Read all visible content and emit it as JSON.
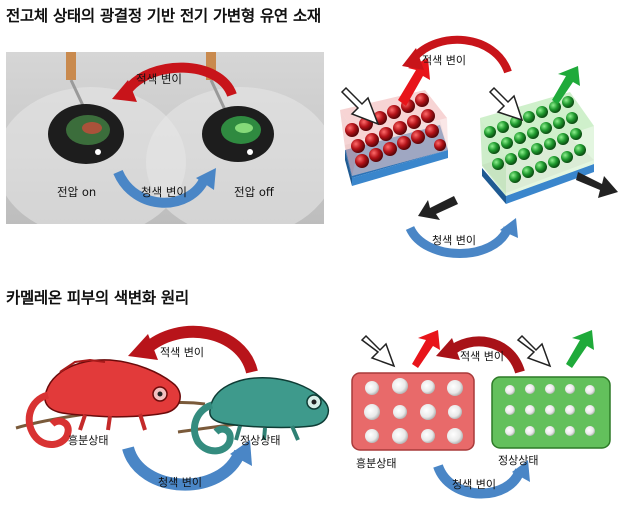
{
  "top": {
    "title": "전고체 상태의 광결정 기반 전기 가변형 유연 소재",
    "photo": {
      "red_shift": "적색 변이",
      "blue_shift": "청색 변이",
      "voltage_on": "전압 on",
      "voltage_off": "전압 off"
    },
    "crystal": {
      "red_shift": "적색 변이",
      "blue_shift": "청색 변이"
    }
  },
  "bottom": {
    "title": "카멜레온 피부의 색변화 원리",
    "chameleon": {
      "red_shift": "적색 변이",
      "blue_shift": "청색 변이",
      "excited": "흥분상태",
      "normal": "정상상태"
    },
    "skin": {
      "red_shift": "적색 변이",
      "blue_shift": "청색 변이",
      "excited": "흥분상태",
      "normal": "정상상태"
    }
  },
  "colors": {
    "red_arrow": "#c8141a",
    "blue_arrow": "#4a86c6",
    "green": "#22a838",
    "red_box": "#e86a6a",
    "green_box": "#63c05c"
  }
}
